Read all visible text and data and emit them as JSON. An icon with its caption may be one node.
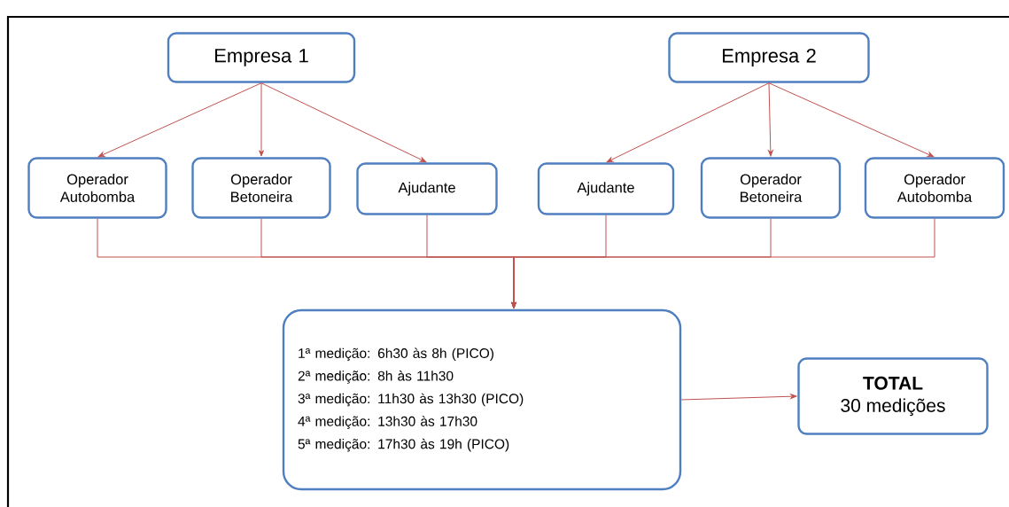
{
  "diagram": {
    "nodes": [
      {
        "text": [
          "Empresa 1"
        ]
      },
      {
        "text": [
          "Empresa 2"
        ]
      },
      {
        "text": [
          "Operador Autobomba"
        ]
      },
      {
        "text": [
          "Operador Betoneira"
        ]
      },
      {
        "text": [
          "Ajudante"
        ]
      },
      {
        "text": [
          "Ajudante"
        ]
      },
      {
        "text": [
          "Operador Betoneira"
        ]
      },
      {
        "text": [
          "Operador Autobomba"
        ]
      },
      {
        "text": [
          "1ª medição: 6h30 às 8h (PICO)",
          "2ª medição: 8h às 11h30",
          "3ª medição: 11h30 às 13h30 (PICO)",
          "4ª medição: 13h30 às 17h30",
          "5ª medição: 17h30 às 19h (PICO)"
        ]
      },
      {
        "text": [
          "TOTAL",
          "30 medições"
        ]
      }
    ],
    "edges": [
      {
        "from": 0,
        "to": 2,
        "arrow": "to"
      },
      {
        "from": 0,
        "to": 3,
        "arrow": "to"
      },
      {
        "from": 0,
        "to": 4,
        "arrow": "to"
      },
      {
        "from": 1,
        "to": 5,
        "arrow": "to"
      },
      {
        "from": 1,
        "to": 6,
        "arrow": "to"
      },
      {
        "from": 1,
        "to": 7,
        "arrow": "to"
      },
      {
        "from": 2,
        "to": 8,
        "arrow": "to"
      },
      {
        "from": 3,
        "to": 8,
        "arrow": "to"
      },
      {
        "from": 4,
        "to": 8,
        "arrow": "to"
      },
      {
        "from": 5,
        "to": 8,
        "arrow": "to"
      },
      {
        "from": 6,
        "to": 8,
        "arrow": "to"
      },
      {
        "from": 7,
        "to": 8,
        "arrow": "to"
      },
      {
        "from": 8,
        "to": 9,
        "arrow": "to"
      }
    ]
  }
}
